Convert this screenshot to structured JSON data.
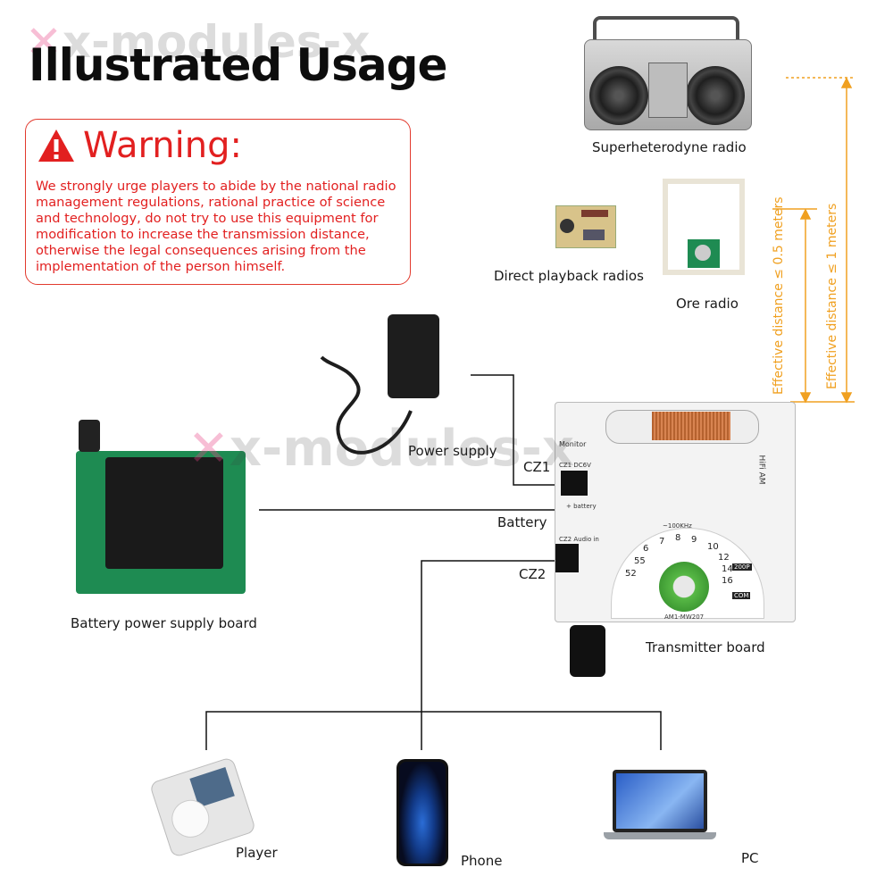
{
  "title": "Illustrated Usage",
  "watermark": "x-modules-x",
  "warning": {
    "heading": "Warning:",
    "text": "We strongly urge players to abide by the national radio management regulations, rational practice of science and technology, do not try to use this equipment for modification to increase the transmission distance, otherwise the legal consequences arising from the implementation of the person himself."
  },
  "labels": {
    "superhet": "Superheterodyne radio",
    "direct": "Direct playback radios",
    "ore": "Ore radio",
    "power": "Power supply",
    "battery_board": "Battery power supply board",
    "battery": "Battery",
    "cz1": "CZ1",
    "cz2": "CZ2",
    "transmitter": "Transmitter board",
    "player": "Player",
    "phone": "Phone",
    "pc": "PC",
    "dist_05": "Effective distance ≤ 0.5 meters",
    "dist_1": "Effective distance ≤ 1 meters"
  },
  "board": {
    "monitor": "Monitor",
    "cz1_text": "CZ1 DC6V",
    "battery_text": "+ battery",
    "cz2_text": "CZ2 Audio in",
    "hifi": "HiFi AM",
    "freq": "~100KHz",
    "model": "AM1-MW207",
    "dial": [
      "52",
      "55",
      "6",
      "7",
      "8",
      "9",
      "10",
      "12",
      "14",
      "16"
    ],
    "com": "COM",
    "cap": "200P"
  },
  "colors": {
    "warning": "#e22020",
    "arrow": "#f0a020",
    "line": "#111111"
  }
}
